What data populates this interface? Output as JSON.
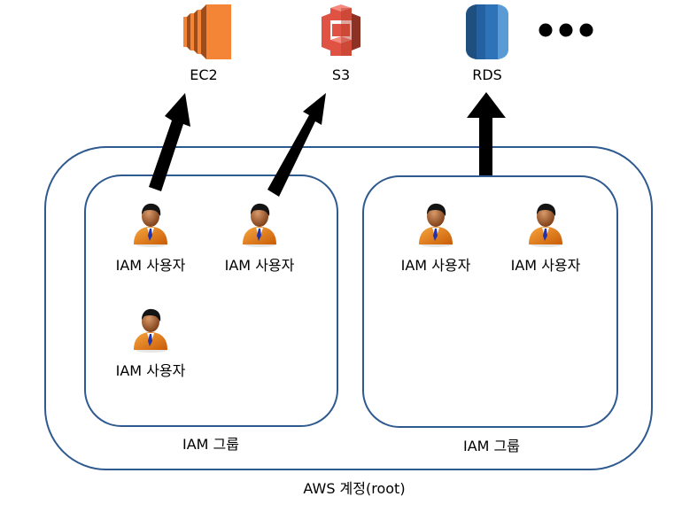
{
  "services": [
    {
      "id": "ec2",
      "label": "EC2",
      "icon": "ec2-icon",
      "color": "#f58536"
    },
    {
      "id": "s3",
      "label": "S3",
      "icon": "s3-bucket-icon",
      "color": "#e05243"
    },
    {
      "id": "rds",
      "label": "RDS",
      "icon": "rds-database-icon",
      "color": "#2e73b8"
    }
  ],
  "more_indicator": "more-services-ellipsis",
  "account": {
    "label": "AWS 계정(root)",
    "border_color": "#2f5a8f"
  },
  "groups": [
    {
      "label": "IAM 그룹",
      "users": [
        {
          "label": "IAM 사용자",
          "access": "EC2"
        },
        {
          "label": "IAM 사용자",
          "access": "S3"
        },
        {
          "label": "IAM 사용자"
        }
      ]
    },
    {
      "label": "IAM 그룹",
      "access": "RDS",
      "users": [
        {
          "label": "IAM 사용자"
        },
        {
          "label": "IAM 사용자"
        }
      ]
    }
  ]
}
